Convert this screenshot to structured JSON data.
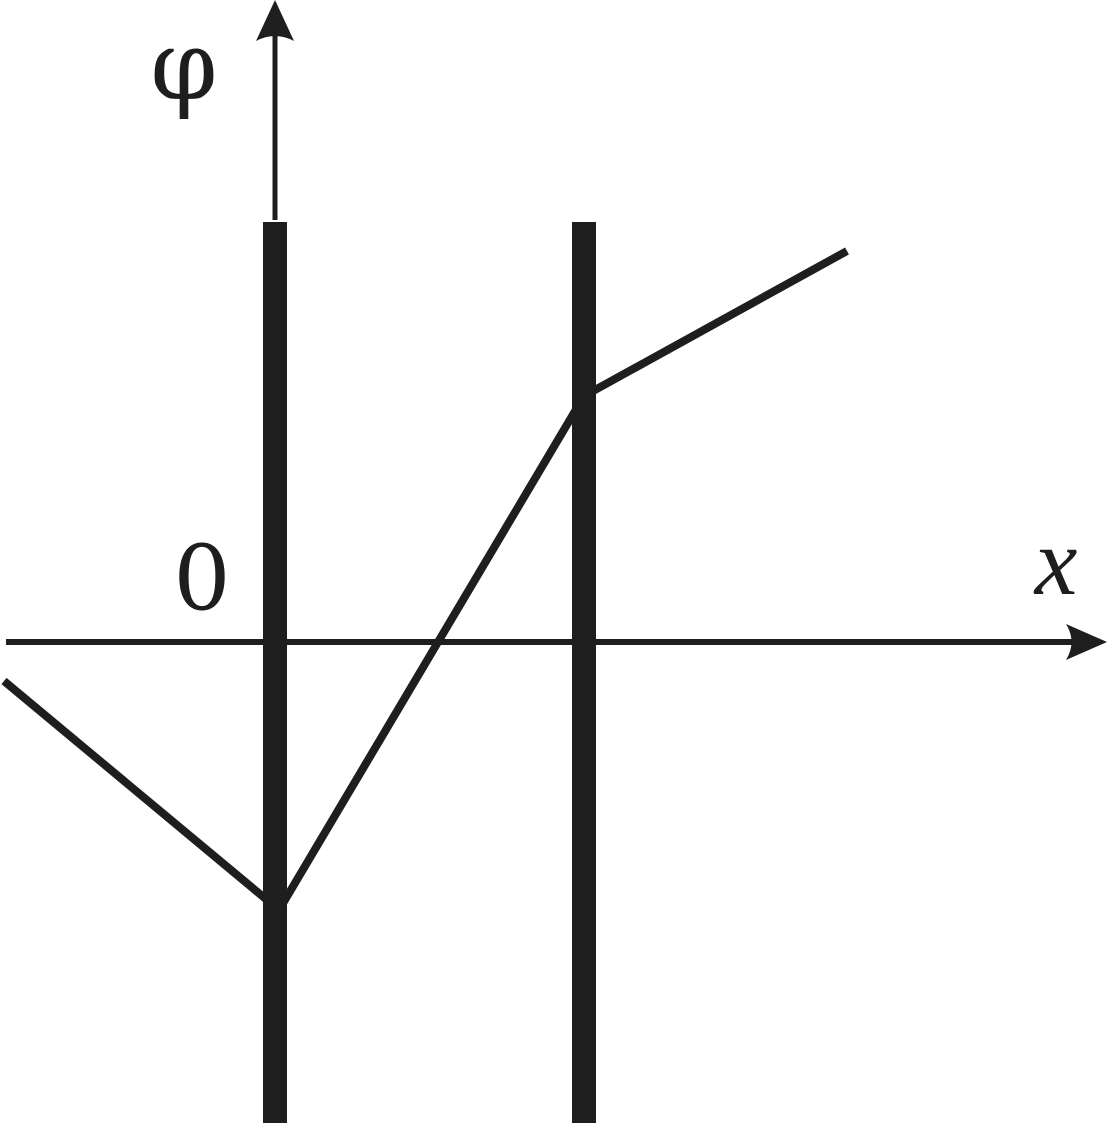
{
  "figure": {
    "y_axis_label": "φ",
    "x_axis_label": "x",
    "origin_label": "0",
    "ink_color": "#1e1e1e",
    "background": "#ffffff"
  }
}
